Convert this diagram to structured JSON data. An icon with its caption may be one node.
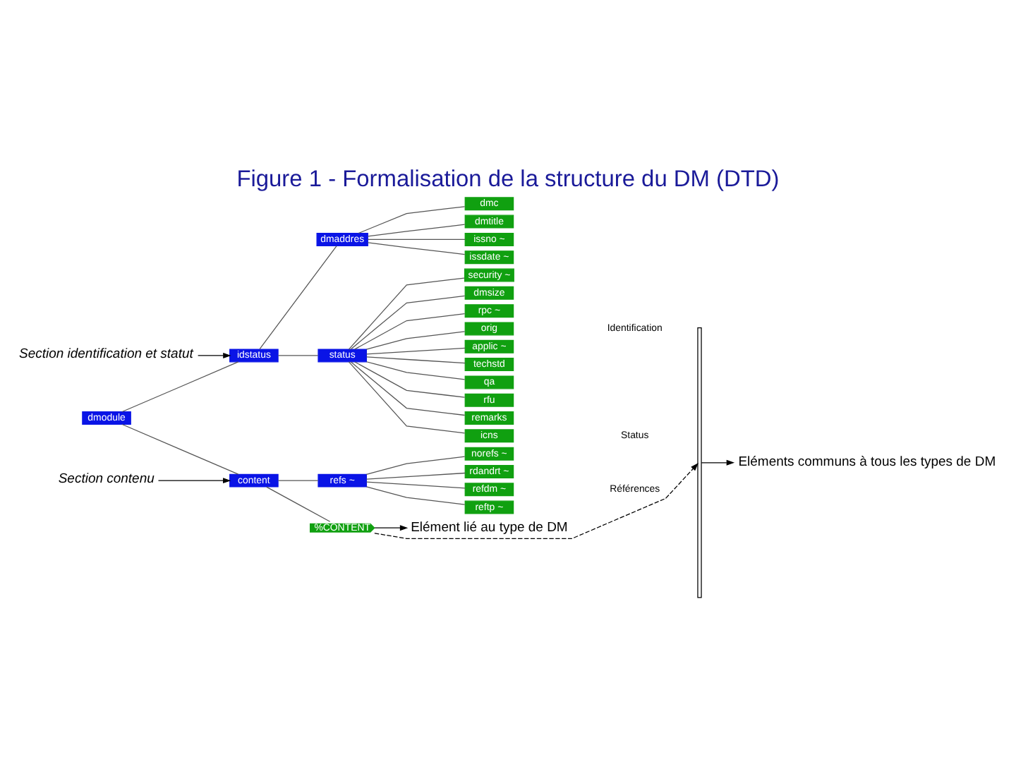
{
  "diagram": {
    "title": "Figure 1 - Formalisation de la structure du DM (DTD)",
    "nodes": [
      {
        "text": [
          "dmodule"
        ]
      },
      {
        "text": [
          "idstatus"
        ]
      },
      {
        "text": [
          "content"
        ]
      },
      {
        "text": [
          "dmaddres"
        ]
      },
      {
        "text": [
          "status"
        ]
      },
      {
        "text": [
          "dmc"
        ]
      },
      {
        "text": [
          "dmtitle"
        ]
      },
      {
        "text": [
          "issno ~"
        ]
      },
      {
        "text": [
          "issdate ~"
        ]
      },
      {
        "text": [
          "security ~"
        ]
      },
      {
        "text": [
          "dmsize"
        ]
      },
      {
        "text": [
          "rpc ~"
        ]
      },
      {
        "text": [
          "orig"
        ]
      },
      {
        "text": [
          "applic ~"
        ]
      },
      {
        "text": [
          "techstd"
        ]
      },
      {
        "text": [
          "qa"
        ]
      },
      {
        "text": [
          "rfu"
        ]
      },
      {
        "text": [
          "remarks"
        ]
      },
      {
        "text": [
          "icns"
        ]
      },
      {
        "text": [
          "refs ~"
        ]
      },
      {
        "text": [
          "norefs ~"
        ]
      },
      {
        "text": [
          "rdandrt ~"
        ]
      },
      {
        "text": [
          "refdm ~"
        ]
      },
      {
        "text": [
          "reftp ~"
        ]
      },
      {
        "text": [
          "%CONTENT"
        ]
      },
      {
        "text": [
          "Section identification et statut"
        ]
      },
      {
        "text": [
          "Section contenu"
        ]
      },
      {
        "text": [
          "Eléments communs à tous les types de DM"
        ]
      },
      {
        "text": [
          "Elément lié au type de DM"
        ]
      },
      {
        "text": [],
        "shape": "bar"
      }
    ],
    "edges": [
      {
        "from": 0,
        "to": 1,
        "arrow": "none"
      },
      {
        "from": 0,
        "to": 2,
        "arrow": "none"
      },
      {
        "from": 1,
        "to": 3,
        "arrow": "none"
      },
      {
        "from": 1,
        "to": 4,
        "arrow": "none"
      },
      {
        "from": 3,
        "to": 5,
        "arrow": "none"
      },
      {
        "from": 3,
        "to": 6,
        "arrow": "none"
      },
      {
        "from": 3,
        "to": 7,
        "arrow": "none"
      },
      {
        "from": 3,
        "to": 8,
        "arrow": "none"
      },
      {
        "from": 4,
        "to": 9,
        "arrow": "none"
      },
      {
        "from": 4,
        "to": 10,
        "arrow": "none"
      },
      {
        "from": 4,
        "to": 11,
        "arrow": "none"
      },
      {
        "from": 4,
        "to": 12,
        "arrow": "none"
      },
      {
        "from": 4,
        "to": 13,
        "arrow": "none"
      },
      {
        "from": 4,
        "to": 14,
        "arrow": "none"
      },
      {
        "from": 4,
        "to": 15,
        "arrow": "none"
      },
      {
        "from": 4,
        "to": 16,
        "arrow": "none"
      },
      {
        "from": 4,
        "to": 17,
        "arrow": "none"
      },
      {
        "from": 4,
        "to": 18,
        "arrow": "none"
      },
      {
        "from": 2,
        "to": 19,
        "arrow": "none"
      },
      {
        "from": 2,
        "to": 24,
        "arrow": "none"
      },
      {
        "from": 19,
        "to": 20,
        "arrow": "none"
      },
      {
        "from": 19,
        "to": 21,
        "arrow": "none"
      },
      {
        "from": 19,
        "to": 22,
        "arrow": "none"
      },
      {
        "from": 19,
        "to": 23,
        "arrow": "none"
      },
      {
        "from": 25,
        "to": 1,
        "arrow": "to",
        "color": "#000000"
      },
      {
        "from": 26,
        "to": 2,
        "arrow": "to",
        "color": "#000000"
      },
      {
        "from": 29,
        "to": 27,
        "arrow": "to",
        "color": "#000000"
      },
      {
        "from": 24,
        "to": 28,
        "arrow": "to",
        "color": "#000000"
      },
      {
        "from": 24,
        "to": 29,
        "arrow": "to",
        "style": "dashed",
        "color": "#000000"
      }
    ],
    "labels": [
      "Identification",
      "Status",
      "Références"
    ]
  }
}
